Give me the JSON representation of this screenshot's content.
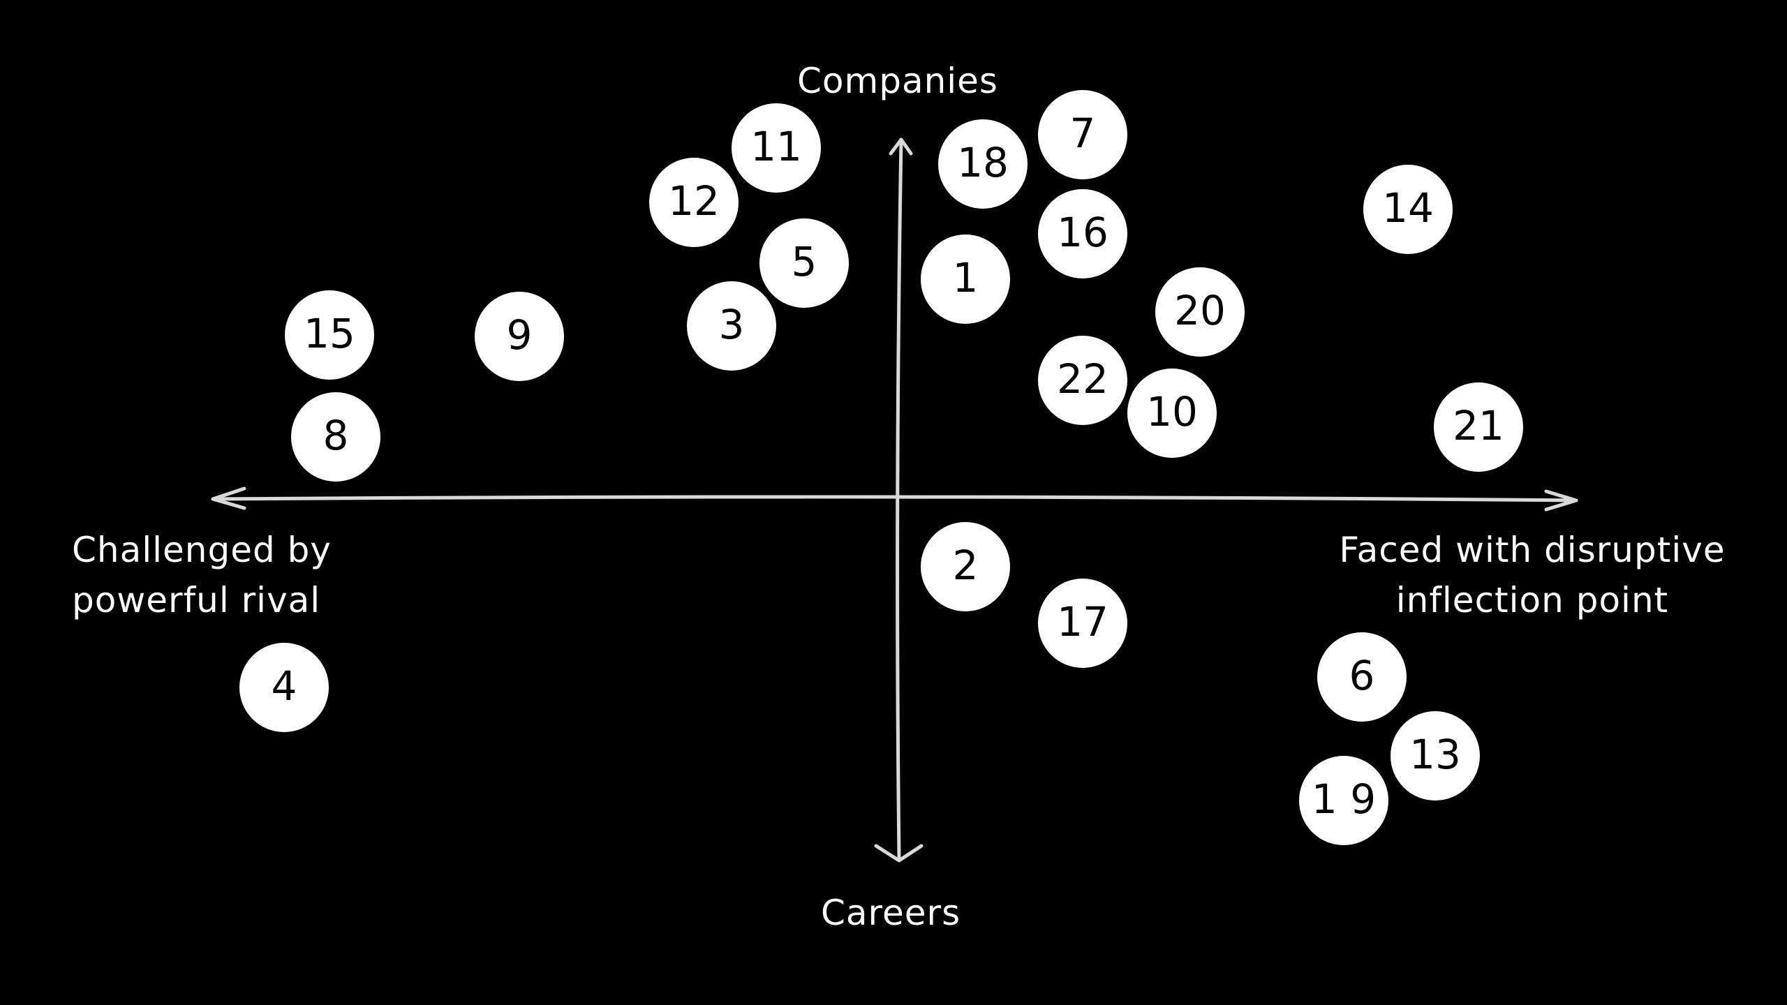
{
  "colors": {
    "background": "#000000",
    "axis": "#d9d9d9",
    "dot_fill": "#ffffff",
    "dot_text": "#000000",
    "label": "#ffffff"
  },
  "axes": {
    "top_label": "Companies",
    "bottom_label": "Careers",
    "left_label_line1": "Challenged by",
    "left_label_line2": "powerful rival",
    "right_label_line1": "Faced with disruptive",
    "right_label_line2": "inflection point"
  },
  "items": [
    {
      "label": "1"
    },
    {
      "label": "2"
    },
    {
      "label": "3"
    },
    {
      "label": "4"
    },
    {
      "label": "5"
    },
    {
      "label": "6"
    },
    {
      "label": "7"
    },
    {
      "label": "8"
    },
    {
      "label": "9"
    },
    {
      "label": "10"
    },
    {
      "label": "11"
    },
    {
      "label": "12"
    },
    {
      "label": "13"
    },
    {
      "label": "14"
    },
    {
      "label": "15"
    },
    {
      "label": "16"
    },
    {
      "label": "17"
    },
    {
      "label": "18"
    },
    {
      "label": "1 9"
    },
    {
      "label": "20"
    },
    {
      "label": "21"
    },
    {
      "label": "22"
    }
  ]
}
